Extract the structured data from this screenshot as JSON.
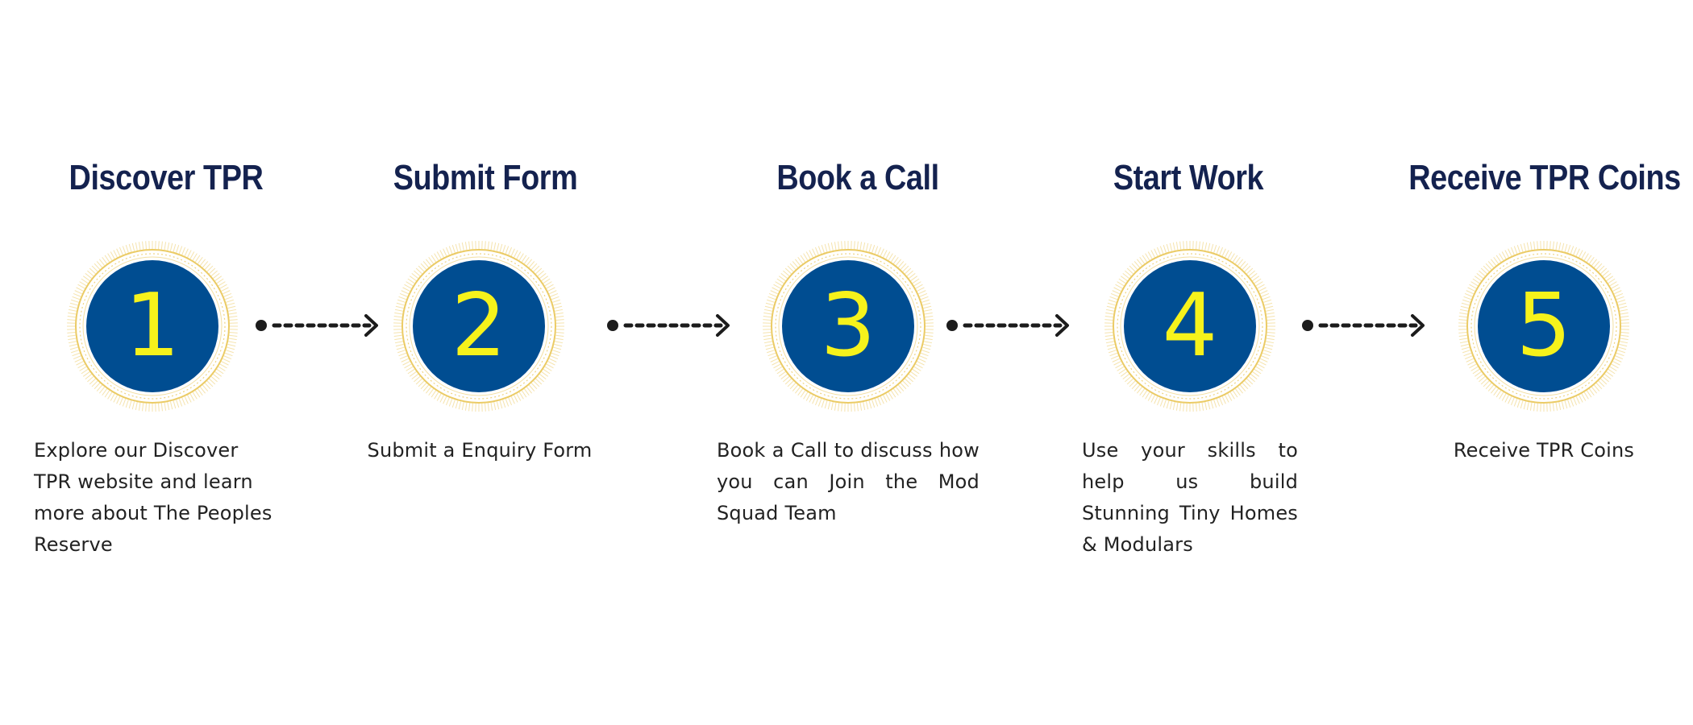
{
  "accent_colors": {
    "title": "#14224f",
    "badge_fill": "#004d91",
    "badge_number": "#f6f21b",
    "badge_ring": "#e8c24a",
    "connector": "#1c1c1c",
    "text": "#222222"
  },
  "steps": [
    {
      "title": "Discover TPR",
      "number": "1",
      "description": "Explore our Discover TPR website and learn more about The Peoples Reserve"
    },
    {
      "title": "Submit Form",
      "number": "2",
      "description": "Submit a Enquiry Form"
    },
    {
      "title": "Book a Call",
      "number": "3",
      "description": "Book a Call to discuss how you can Join the Mod Squad Team"
    },
    {
      "title": "Start Work",
      "number": "4",
      "description": "Use your skills to help us build Stunning Tiny Homes & Modulars"
    },
    {
      "title": "Receive TPR Coins",
      "number": "5",
      "description": "Receive TPR Coins"
    }
  ]
}
